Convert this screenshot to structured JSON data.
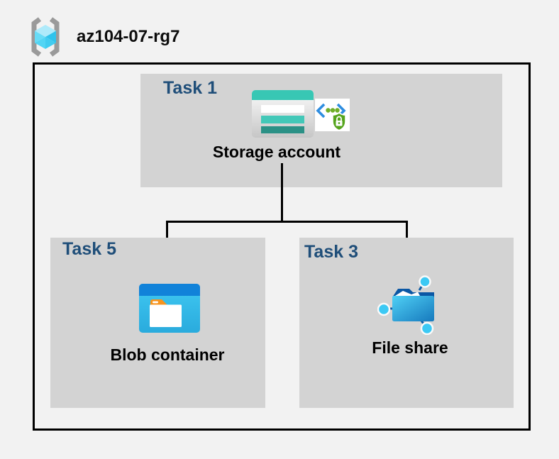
{
  "header": {
    "resource_group_name": "az104-07-rg7",
    "icon": "resource-group-icon"
  },
  "diagram": {
    "nodes": [
      {
        "id": "storage-account",
        "task_label": "Task 1",
        "resource_label": "Storage account",
        "icons": [
          "storage-account-icon",
          "secure-access-icon"
        ]
      },
      {
        "id": "blob-container",
        "task_label": "Task 5",
        "resource_label": "Blob container",
        "icons": [
          "blob-container-icon"
        ]
      },
      {
        "id": "file-share",
        "task_label": "Task 3",
        "resource_label": "File share",
        "icons": [
          "file-share-icon"
        ]
      }
    ],
    "edges": [
      {
        "from": "storage-account",
        "to": "blob-container"
      },
      {
        "from": "storage-account",
        "to": "file-share"
      }
    ]
  },
  "colors": {
    "background": "#f2f2f2",
    "panel_gray": "#d3d3d3",
    "outline_black": "#000000",
    "task_title_navy": "#1f4e79",
    "label_black": "#000000",
    "storage_teal": "#38c7b4",
    "storage_teal_mid": "#43c8b8",
    "storage_teal_dark": "#2b9186",
    "azure_blue": "#1182d9",
    "container_cyan": "#35bce9",
    "folder_tab_orange": "#f7941e",
    "shield_green": "#55a41c",
    "chevron_blue": "#2e8de0",
    "cube_cyan": "#4ed2f2",
    "bracket_gray": "#9a9a9a",
    "fileshare_navy": "#0d5da6",
    "node_cyan": "#3cc9f4"
  }
}
